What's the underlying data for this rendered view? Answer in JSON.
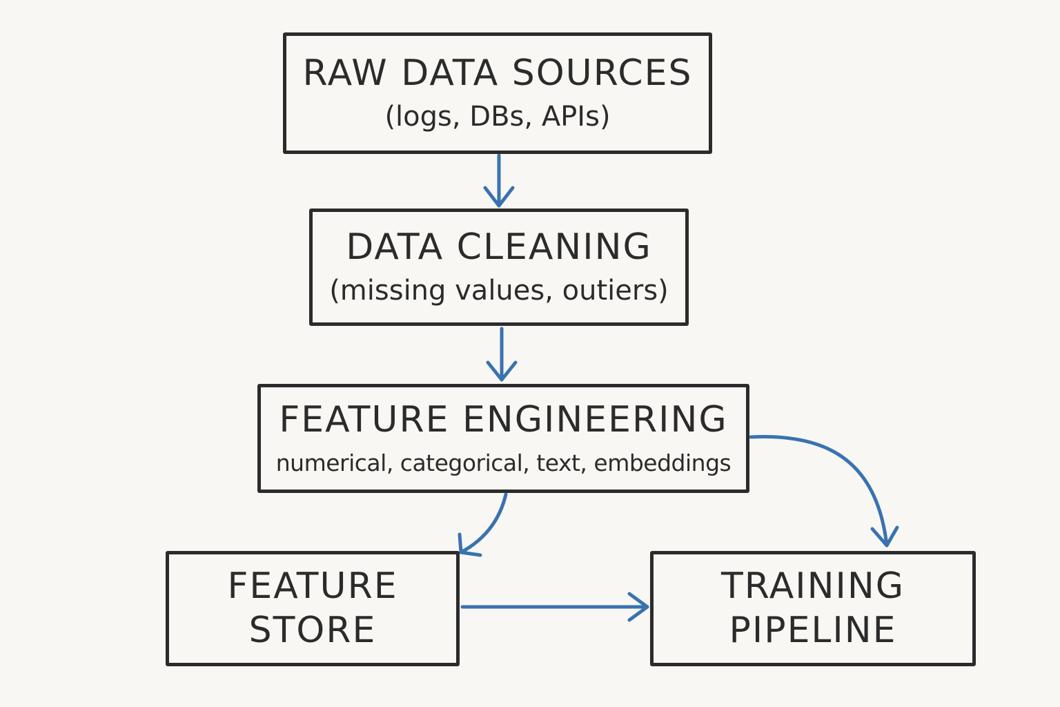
{
  "nodes": {
    "raw_sources": {
      "title": "RAW DATA SOURCES",
      "subtitle": "(logs, DBs, APIs)"
    },
    "data_cleaning": {
      "title": "DATA CLEANING",
      "subtitle": "(missing values, outiers)"
    },
    "feature_engineering": {
      "title": "FEATURE ENGINEERING",
      "subtitle": "numerical, categorical, text, embeddings"
    },
    "feature_store": {
      "line1": "FEATURE",
      "line2": "STORE"
    },
    "training_pipeline": {
      "line1": "TRAINING",
      "line2": "PIPELINE"
    }
  },
  "edges": [
    {
      "from": "raw_sources",
      "to": "data_cleaning"
    },
    {
      "from": "data_cleaning",
      "to": "feature_engineering"
    },
    {
      "from": "feature_engineering",
      "to": "feature_store"
    },
    {
      "from": "feature_engineering",
      "to": "training_pipeline"
    },
    {
      "from": "feature_store",
      "to": "training_pipeline"
    }
  ],
  "colors": {
    "background": "#f8f7f3",
    "box_stroke": "#2b2b2b",
    "text": "#2b2b2b",
    "arrow": "#3a72b0"
  }
}
